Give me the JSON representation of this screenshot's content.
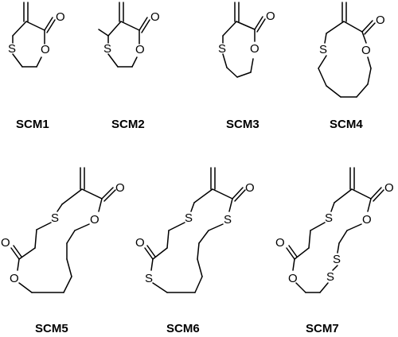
{
  "molecules": [
    {
      "label": "SCM1"
    },
    {
      "label": "SCM2"
    },
    {
      "label": "SCM3"
    },
    {
      "label": "SCM4"
    },
    {
      "label": "SCM5"
    },
    {
      "label": "SCM6"
    },
    {
      "label": "SCM7"
    }
  ],
  "atoms": {
    "O": "O",
    "S": "S"
  }
}
